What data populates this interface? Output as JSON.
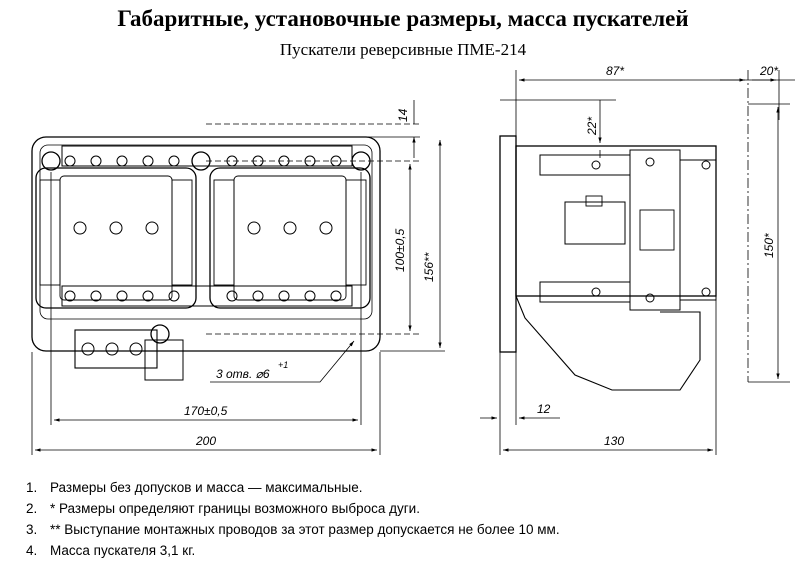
{
  "title": "Габаритные, установочные размеры, масса пускателей",
  "subtitle": "Пускатели реверсивные ПМЕ-214",
  "dimensions": {
    "width_total": "200",
    "width_mount": "170±0,5",
    "height_total": "156**",
    "height_mount": "100±0,5",
    "top_offset": "14",
    "holes": "3 отв. ⌀6",
    "holes_tol": "+1",
    "side_depth": "87*",
    "side_right": "20*",
    "side_top": "22*",
    "side_height": "150*",
    "side_base": "12",
    "side_width": "130"
  },
  "notes": [
    {
      "num": "1.",
      "text": "Размеры без допусков и масса — максимальные."
    },
    {
      "num": "2.",
      "text": "* Размеры определяют границы возможного выброса дуги."
    },
    {
      "num": "3.",
      "text": "** Выступание монтажных проводов за этот размер допускается не более 10 мм."
    },
    {
      "num": "4.",
      "text": "Масса пускателя 3,1 кг."
    }
  ]
}
